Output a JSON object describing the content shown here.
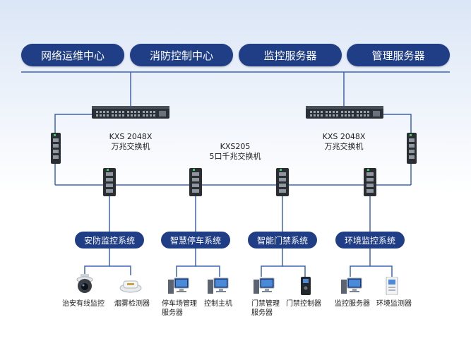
{
  "top_centers": [
    {
      "label": "网络运维中心"
    },
    {
      "label": "消防控制中心"
    },
    {
      "label": "监控服务器"
    },
    {
      "label": "管理服务器"
    }
  ],
  "switches": {
    "left": {
      "model": "KXS 2048X",
      "desc": "万兆交换机"
    },
    "middle": {
      "model": "KXS205",
      "desc": "5口千兆交换机"
    },
    "right": {
      "model": "KXS 2048X",
      "desc": "万兆交换机"
    }
  },
  "systems": [
    {
      "label": "安防监控系统"
    },
    {
      "label": "智慧停车系统"
    },
    {
      "label": "智能门禁系统"
    },
    {
      "label": "环境监控系统"
    }
  ],
  "devices": {
    "security_camera": "治安有线监控",
    "smoke_detector": "烟雾检测器",
    "parking_server_1": "停车场管理",
    "parking_server_2": "服务器",
    "control_host": "控制主机",
    "access_server_1": "门禁管理",
    "access_server_2": "服务器",
    "access_controller": "门禁控制器",
    "monitor_server": "监控服务器",
    "env_monitor": "环境监测器"
  },
  "colors": {
    "pill": "#1f3e86",
    "line": "#3d63b8"
  }
}
